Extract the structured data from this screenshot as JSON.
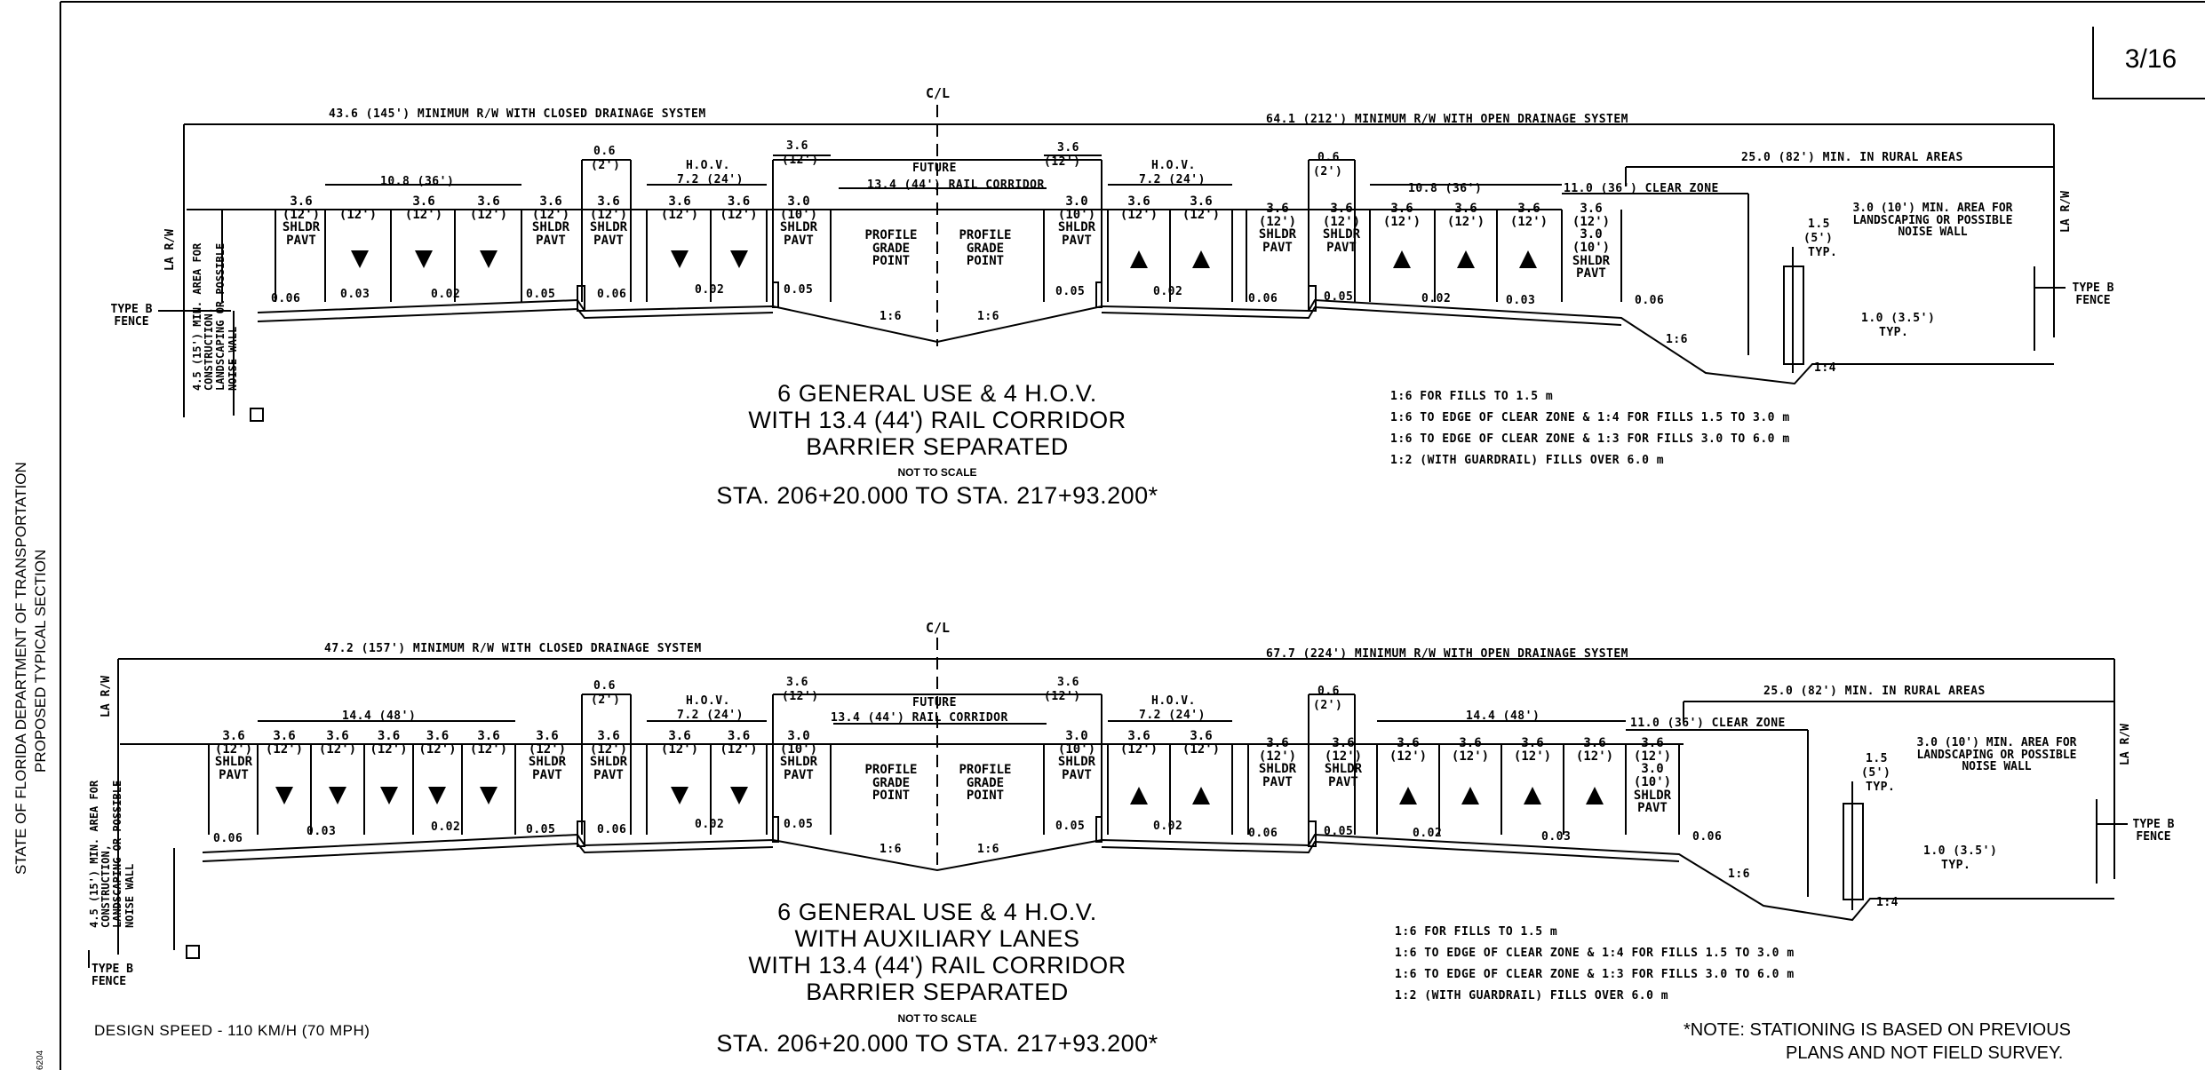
{
  "sheet": {
    "page_number": "3/16"
  },
  "side_title": {
    "line1": "STATE OF FLORIDA DEPARTMENT OF TRANSPORTATION",
    "line2": "PROPOSED TYPICAL SECTION"
  },
  "corner_mark": "6204",
  "section1": {
    "centerline": "C/L",
    "row_closed": "43.6 (145') MINIMUM R/W WITH CLOSED DRAINAGE SYSTEM",
    "row_open": "64.1 (212') MINIMUM R/W WITH OPEN DRAINAGE SYSTEM",
    "rural": "25.0 (82') MIN. IN RURAL AREAS",
    "clear_zone": "11.0 (36') CLEAR ZONE",
    "rail_corridor": "13.4 (44') RAIL CORRIDOR",
    "future": "FUTURE",
    "group_gu": "10.8 (36')",
    "hov": "H.O.V.",
    "hov_width": "7.2 (24')",
    "barrier": "0.6",
    "barrier_ft": "(2')",
    "w36": "3.6",
    "f12": "(12')",
    "w30": "3.0",
    "f10": "(10')",
    "shldr": "SHLDR",
    "pavt": "PAVT",
    "pgp": "PROFILE GRADE POINT",
    "slopes": [
      "0.06",
      "0.03",
      "0.02",
      "0.05",
      "0.06",
      "0.02",
      "0.05",
      "0.05",
      "0.02",
      "0.06",
      "0.05",
      "0.02",
      "0.03",
      "0.06"
    ],
    "ratio16": "1:6",
    "ratio14": "1:4",
    "typ15": "1.5",
    "typ5": "(5')",
    "typ": "TYP.",
    "typ10": "1.0 (3.5')",
    "landscape": "3.0 (10') MIN. AREA FOR LANDSCAPING OR POSSIBLE NOISE WALL",
    "left_area": "4.5 (15') MIN. AREA FOR CONSTRUCTION, LANDSCAPING OR POSSIBLE NOISE WALL",
    "larw": "LA R/W",
    "fence": "TYPE B FENCE",
    "title": [
      "6 GENERAL USE & 4 H.O.V.",
      "WITH 13.4 (44') RAIL CORRIDOR",
      "BARRIER SEPARATED"
    ],
    "nts": "NOT TO SCALE",
    "station": "STA. 206+20.000  TO  STA. 217+93.200*",
    "fill_notes": [
      "1:6 FOR FILLS TO 1.5 m",
      "1:6 TO EDGE OF CLEAR ZONE & 1:4 FOR FILLS 1.5 TO 3.0 m",
      "1:6 TO EDGE OF CLEAR ZONE & 1:3 FOR FILLS 3.0 TO 6.0 m",
      "1:2 (WITH GUARDRAIL) FILLS OVER 6.0 m"
    ]
  },
  "section2": {
    "centerline": "C/L",
    "row_closed": "47.2 (157') MINIMUM R/W WITH CLOSED DRAINAGE SYSTEM",
    "row_open": "67.7 (224') MINIMUM R/W WITH OPEN DRAINAGE SYSTEM",
    "rural": "25.0 (82') MIN. IN RURAL AREAS",
    "clear_zone": "11.0 (36') CLEAR ZONE",
    "rail_corridor": "13.4 (44') RAIL CORRIDOR",
    "group_gu": "14.4 (48')",
    "slopes": [
      "0.06",
      "0.03",
      "0.02",
      "0.05",
      "0.06",
      "0.02",
      "0.05",
      "0.05",
      "0.02",
      "0.06",
      "0.05",
      "0.02",
      "0.03",
      "0.06"
    ],
    "title": [
      "6 GENERAL USE & 4 H.O.V.",
      "WITH AUXILIARY LANES",
      "WITH 13.4 (44') RAIL CORRIDOR",
      "BARRIER SEPARATED"
    ],
    "nts": "NOT TO SCALE",
    "station": "STA. 206+20.000  TO  STA. 217+93.200*",
    "fill_notes": [
      "1:6 FOR FILLS TO 1.5 m",
      "1:6 TO EDGE OF CLEAR ZONE & 1:4 FOR FILLS 1.5 TO 3.0 m",
      "1:6 TO EDGE OF CLEAR ZONE & 1:3 FOR FILLS 3.0 TO 6.0 m",
      "1:2 (WITH GUARDRAIL) FILLS OVER 6.0 m"
    ]
  },
  "design_speed": "DESIGN SPEED - 110 KM/H (70 MPH)",
  "note": {
    "line1": "*NOTE: STATIONING IS BASED ON PREVIOUS",
    "line2": "PLANS AND NOT FIELD SURVEY."
  }
}
